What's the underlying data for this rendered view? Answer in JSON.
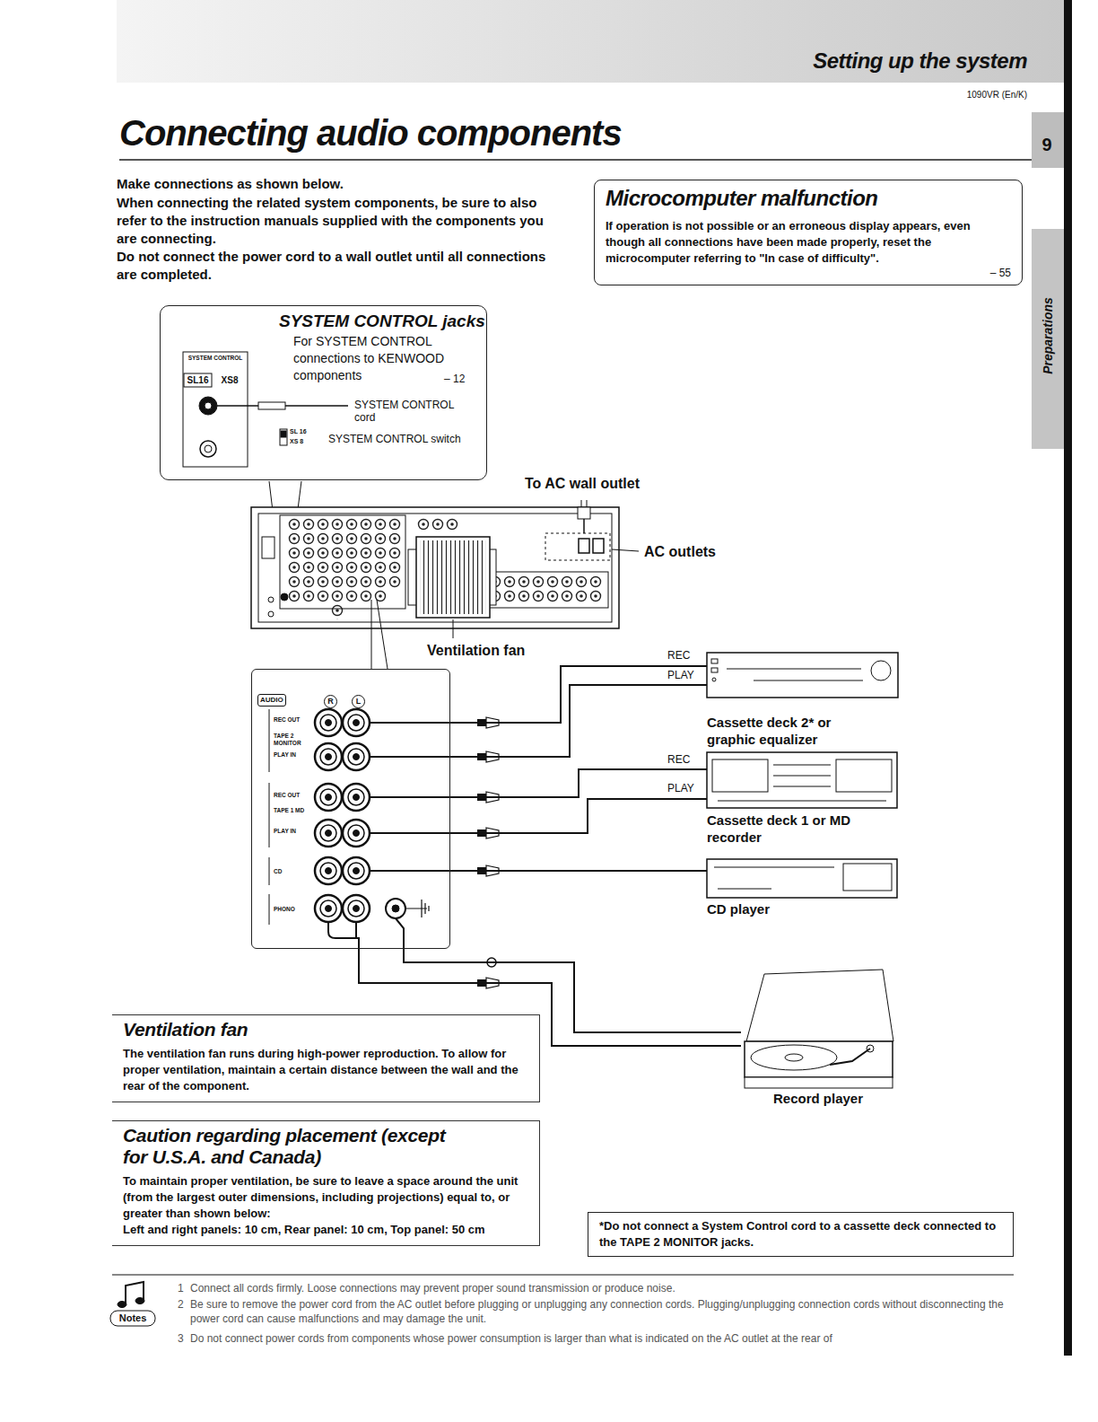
{
  "diagram": {
    "title": "Connecting audio components",
    "nodes": [
      {
        "text": [
          "Microcomputer malfunction",
          "If operation is not possible or an erroneous display appears, even though all connections have been made properly, reset the microcomputer referring to \"In case of difficulty\".",
          "– 55"
        ]
      },
      {
        "text": [
          "SYSTEM CONTROL jacks",
          "For SYSTEM CONTROL connections to KENWOOD components",
          "– 12"
        ]
      },
      {
        "text": [
          "AUDIO",
          "R",
          "L",
          "REC OUT",
          "TAPE 2 MONITOR",
          "PLAY IN",
          "REC OUT",
          "TAPE 1 MD",
          "PLAY IN",
          "CD",
          "PHONO"
        ]
      },
      {
        "text": [
          "Cassette deck 2* or graphic equalizer"
        ]
      },
      {
        "text": [
          "Cassette deck 1 or MD recorder"
        ]
      },
      {
        "text": [
          "CD player"
        ]
      },
      {
        "text": [
          "Record player"
        ]
      },
      {
        "text": [
          "Ventilation fan",
          "The ventilation fan runs during high-power reproduction. To allow for proper ventilation, maintain a certain distance between the wall and the rear of the component."
        ]
      },
      {
        "text": [
          "Caution regarding placement (except for U.S.A. and Canada)",
          "To maintain proper ventilation, be sure to leave a space around the unit (from the largest outer dimensions, including projections) equal to, or greater than shown below:",
          "Left and right panels: 10 cm, Rear panel: 10 cm, Top panel: 50 cm"
        ]
      },
      {
        "text": [
          "*Do not connect a System Control cord to a cassette deck connected to the TAPE 2 MONITOR jacks."
        ]
      }
    ],
    "edges": [
      {
        "from": 2,
        "to": 3,
        "label": "REC",
        "arrow": "none"
      },
      {
        "from": 2,
        "to": 3,
        "label": "PLAY",
        "arrow": "none"
      },
      {
        "from": 2,
        "to": 4,
        "label": "REC",
        "arrow": "none"
      },
      {
        "from": 2,
        "to": 4,
        "label": "PLAY",
        "arrow": "none"
      },
      {
        "from": 2,
        "to": 5,
        "arrow": "none"
      },
      {
        "from": 2,
        "to": 6,
        "arrow": "none"
      },
      {
        "from": 2,
        "to": 6,
        "arrow": "none"
      }
    ],
    "labels": [
      "Setting up the system",
      "1090VR (En/K)",
      "9",
      "Preparations",
      "Make connections as shown below.",
      "When connecting the related system components, be sure to also refer to the instruction manuals supplied with the components you are connecting.",
      "Do not connect the power cord to a wall outlet until all connections are completed.",
      "SYSTEM CONTROL",
      "SL16",
      "XS8",
      "SYSTEM CONTROL cord",
      "SL 16",
      "XS 8",
      "SYSTEM CONTROL switch",
      "To AC wall outlet",
      "AC outlets",
      "Ventilation fan",
      "Notes",
      "1",
      "Connect all cords firmly. Loose connections may prevent proper sound transmission or produce noise.",
      "2",
      "Be sure to remove the power cord from the AC outlet before plugging or unplugging any connection cords. Plugging/unplugging connection cords without disconnecting the power cord can cause malfunctions and may damage the unit.",
      "3",
      "Do not connect power cords from components whose power consumption is larger than what is indicated on the AC outlet at the rear of"
    ]
  }
}
